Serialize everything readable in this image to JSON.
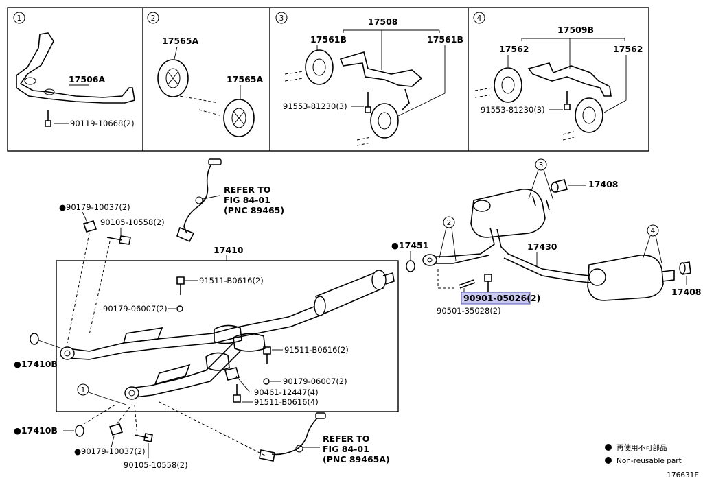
{
  "panels": [
    {
      "num": "1",
      "labels": [
        "17506A",
        "90119-10668(2)"
      ]
    },
    {
      "num": "2",
      "labels": [
        "17565A",
        "17565A"
      ]
    },
    {
      "num": "3",
      "labels": [
        "17508",
        "17561B",
        "17561B",
        "91553-81230(3)"
      ]
    },
    {
      "num": "4",
      "labels": [
        "17509B",
        "17562",
        "17562",
        "91553-81230(3)"
      ]
    }
  ],
  "main": {
    "refer_top": [
      "REFER TO",
      "FIG 84-01",
      "(PNC 89465)"
    ],
    "refer_bottom": [
      "REFER TO",
      "FIG 84-01",
      "(PNC 89465A)"
    ],
    "p_17410": "17410",
    "p_17430": "17430",
    "p_17408_top": "17408",
    "p_17408_right": "17408",
    "p_17451": "17451",
    "p_17410B_1": "17410B",
    "p_17410B_2": "17410B",
    "p_90179_10037_a": "90179-10037(2)",
    "p_90105_10558_a": "90105-10558(2)",
    "p_91511_B0616_2a": "91511-B0616(2)",
    "p_90179_06007_2a": "90179-06007(2)",
    "p_91511_B0616_2b": "91511-B0616(2)",
    "p_90179_06007_2b": "90179-06007(2)",
    "p_90461_12447": "90461-12447(4)",
    "p_91511_B0616_4": "91511-B0616(4)",
    "p_90179_10037_b": "90179-10037(2)",
    "p_90105_10558_b": "90105-10558(2)",
    "p_90901_05026": "90901-05026(2)",
    "p_90501_35028": "90501-35028(2)",
    "callout_3": "3",
    "callout_2": "2",
    "callout_4": "4",
    "callout_1": "1"
  },
  "legend": {
    "jp": "再使用不可部品",
    "en": "Non-reusable part"
  },
  "figure_id": "176631E",
  "colors": {
    "highlight": "#c9c9f2",
    "ink": "#000000"
  }
}
